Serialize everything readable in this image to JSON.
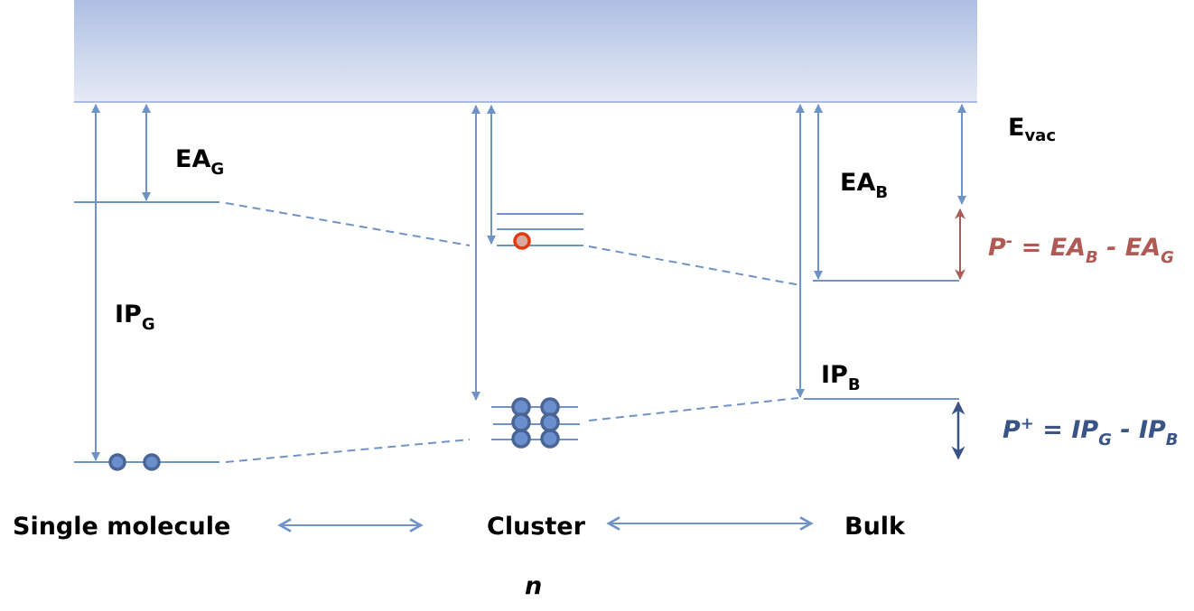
{
  "colors": {
    "line": "#6f93c7",
    "band_top": "#aebfe3",
    "band_bottom": "#e6eaf5",
    "electron_fill": "#6a8fcc",
    "electron_stroke": "#4a6595",
    "hole_fill": "#d9a8a0",
    "hole_stroke": "#e03a10",
    "p_minus": "#b05a55",
    "p_plus": "#3a5488",
    "text": "#000000"
  },
  "labels": {
    "evac_main": "E",
    "evac_sub": "vac",
    "ea_g_main": "EA",
    "ea_g_sub": "G",
    "ip_g_main": "IP",
    "ip_g_sub": "G",
    "ea_b_main": "EA",
    "ea_b_sub": "B",
    "ip_b_main": "IP",
    "ip_b_sub": "B"
  },
  "equations": {
    "p_minus": {
      "p": "P",
      "sup": "-",
      "eq": " = EA",
      "sub1": "B",
      "minus": " - EA",
      "sub2": "G"
    },
    "p_plus": {
      "p": "P",
      "sup": "+",
      "eq": " = IP",
      "sub1": "G",
      "minus": " - IP",
      "sub2": "B"
    }
  },
  "axis": {
    "single_molecule": "Single molecule",
    "cluster": "Cluster",
    "bulk": "Bulk",
    "n_label": "n"
  }
}
